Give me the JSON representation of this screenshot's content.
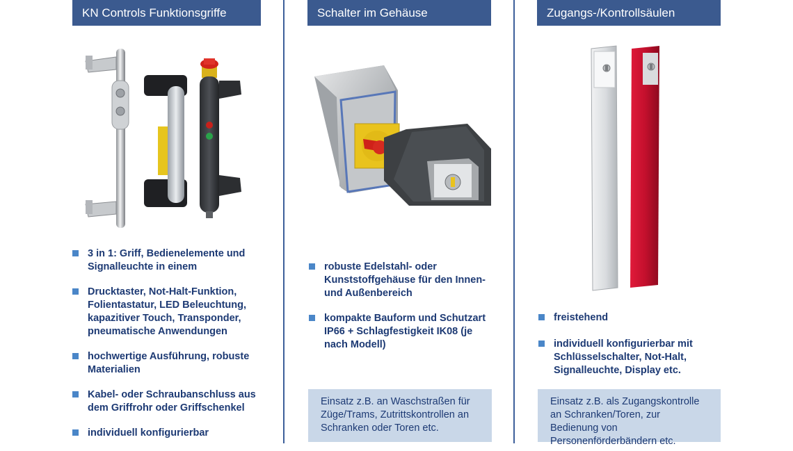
{
  "columns": [
    {
      "title": "KN Controls Funktionsgriffe",
      "bullets": [
        "3 in 1: Griff, Bedienelemente und Signalleuchte in einem",
        "Drucktaster, Not-Halt-Funktion, Folientastatur, LED Beleuchtung, kapazitiver Touch, Transponder, pneumatische Anwendungen",
        "hochwertige Ausführung, robuste Materialien",
        "Kabel- oder Schraubanschluss aus dem Griffrohr oder Griffschenkel",
        "individuell konfigurierbar"
      ]
    },
    {
      "title": "Schalter im Gehäuse",
      "bullets": [
        "robuste Edelstahl- oder Kunststoffgehäuse für den Innen- und Außenbereich",
        "kompakte Bauform und Schutzart IP66 + Schlagfestigkeit IK08 (je nach Modell)"
      ],
      "info": "Einsatz z.B. an Waschstraßen für Züge/Trams, Zutrittskontrollen an Schranken oder Toren etc."
    },
    {
      "title": "Zugangs-/Kontrollsäulen",
      "bullets": [
        "freistehend",
        "individuell konfigurierbar mit Schlüsselschalter, Not-Halt, Signalleuchte, Display etc."
      ],
      "info": "Einsatz z.B. als Zugangskontrolle an Schranken/Toren, zur Bedienung von Personenförderbändern etc."
    }
  ],
  "images": {
    "handles": "handles-product-image",
    "enclosures": "switch-enclosures-product-image",
    "columns": "access-columns-product-image"
  },
  "colors": {
    "header_bg": "#3b5a8f",
    "divider": "#3c5f9a",
    "bullet_square": "#4a86c8",
    "text": "#1d3a74",
    "info_bg": "#c9d7e8"
  }
}
